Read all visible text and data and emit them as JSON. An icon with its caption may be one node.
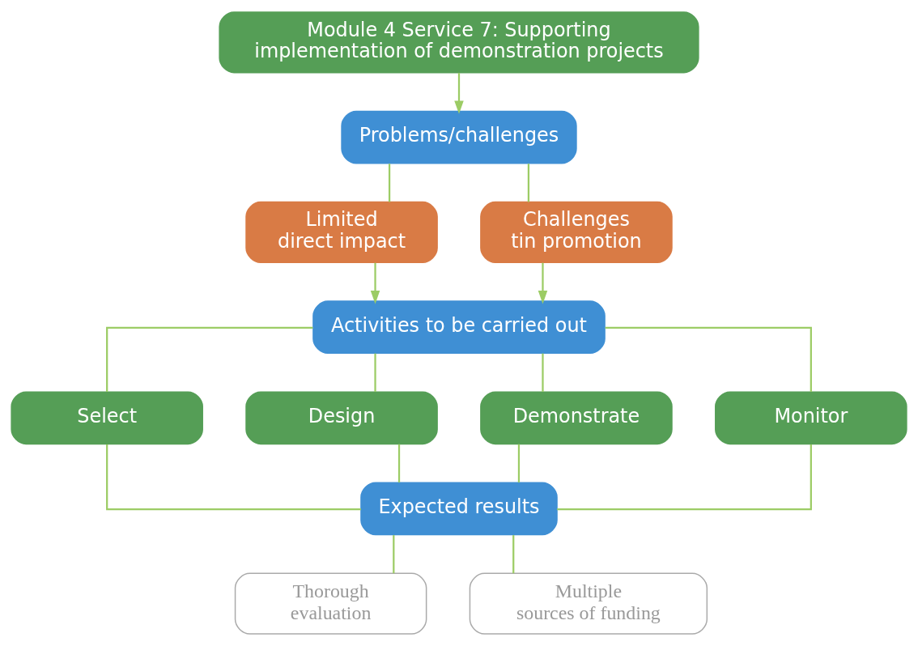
{
  "diagram": {
    "nodes": [
      {
        "text": [
          "Module 4 Service 7: Supporting implementation of demonstration projects"
        ]
      },
      {
        "text": [
          "Problems/challenges"
        ]
      },
      {
        "text": [
          "Limited direct impact"
        ]
      },
      {
        "text": [
          "Challenges tin promotion"
        ]
      },
      {
        "text": [
          "Activities to be carried out"
        ]
      },
      {
        "text": [
          "Select"
        ]
      },
      {
        "text": [
          "Design"
        ]
      },
      {
        "text": [
          "Demonstrate"
        ]
      },
      {
        "text": [
          "Monitor"
        ]
      },
      {
        "text": [
          "Expected results"
        ]
      },
      {
        "text": [
          "Thorough evaluation"
        ]
      },
      {
        "text": [
          "Multiple sources of funding"
        ]
      }
    ],
    "edges": [
      {
        "from": 0,
        "to": 1,
        "arrow": "to"
      },
      {
        "from": 1,
        "to": 2,
        "arrow": "none"
      },
      {
        "from": 1,
        "to": 3,
        "arrow": "none"
      },
      {
        "from": 2,
        "to": 4,
        "arrow": "to"
      },
      {
        "from": 3,
        "to": 4,
        "arrow": "to"
      },
      {
        "from": 4,
        "to": 5,
        "arrow": "none"
      },
      {
        "from": 4,
        "to": 6,
        "arrow": "none"
      },
      {
        "from": 4,
        "to": 7,
        "arrow": "none"
      },
      {
        "from": 4,
        "to": 8,
        "arrow": "none"
      },
      {
        "from": 5,
        "to": 9,
        "arrow": "none"
      },
      {
        "from": 6,
        "to": 9,
        "arrow": "none"
      },
      {
        "from": 7,
        "to": 9,
        "arrow": "none"
      },
      {
        "from": 8,
        "to": 9,
        "arrow": "none"
      },
      {
        "from": 9,
        "to": 10,
        "arrow": "none"
      },
      {
        "from": 9,
        "to": 11,
        "arrow": "none"
      }
    ]
  }
}
